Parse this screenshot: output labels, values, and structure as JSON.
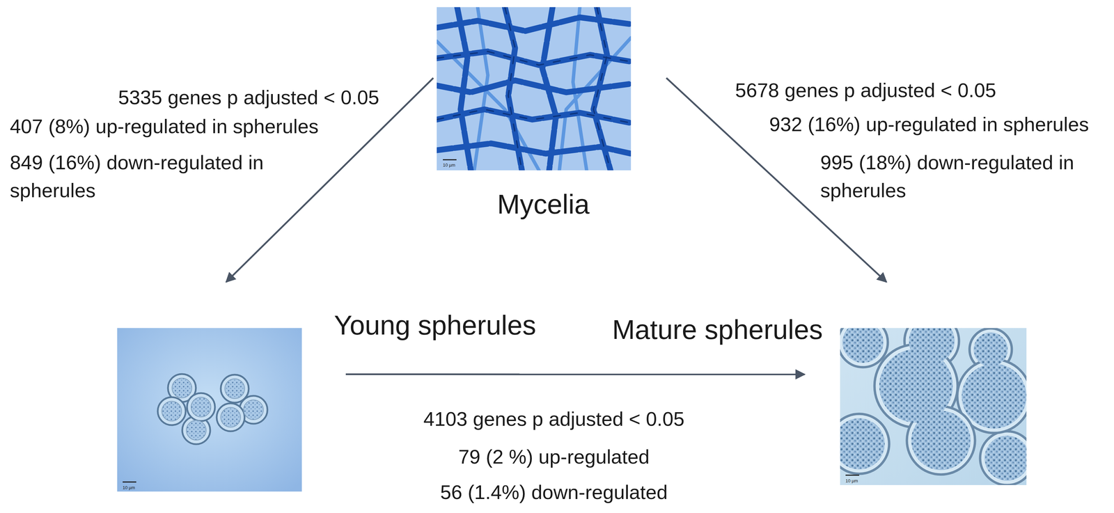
{
  "diagram": {
    "nodes": [
      {
        "text": [
          "Mycelia"
        ]
      },
      {
        "text": [
          "Young spherules"
        ]
      },
      {
        "text": [
          "Mature spherules"
        ]
      }
    ],
    "edges": [
      {
        "from": 0,
        "to": 1,
        "arrow": "to"
      },
      {
        "from": 0,
        "to": 2,
        "arrow": "to"
      },
      {
        "from": 1,
        "to": 2,
        "arrow": "to"
      }
    ],
    "labels": [
      "5335 genes p adjusted < 0.05",
      "407 (8%) up-regulated in spherules",
      "849 (16%) down-regulated in spherules",
      "5678 genes p adjusted < 0.05",
      "932 (16%) up-regulated in spherules",
      "995 (18%) down-regulated in spherules",
      "4103 genes p adjusted < 0.05",
      "79 (2 %) up-regulated",
      "56 (1.4%) down-regulated",
      "10 µm",
      "10 µm",
      "10 µm"
    ]
  }
}
